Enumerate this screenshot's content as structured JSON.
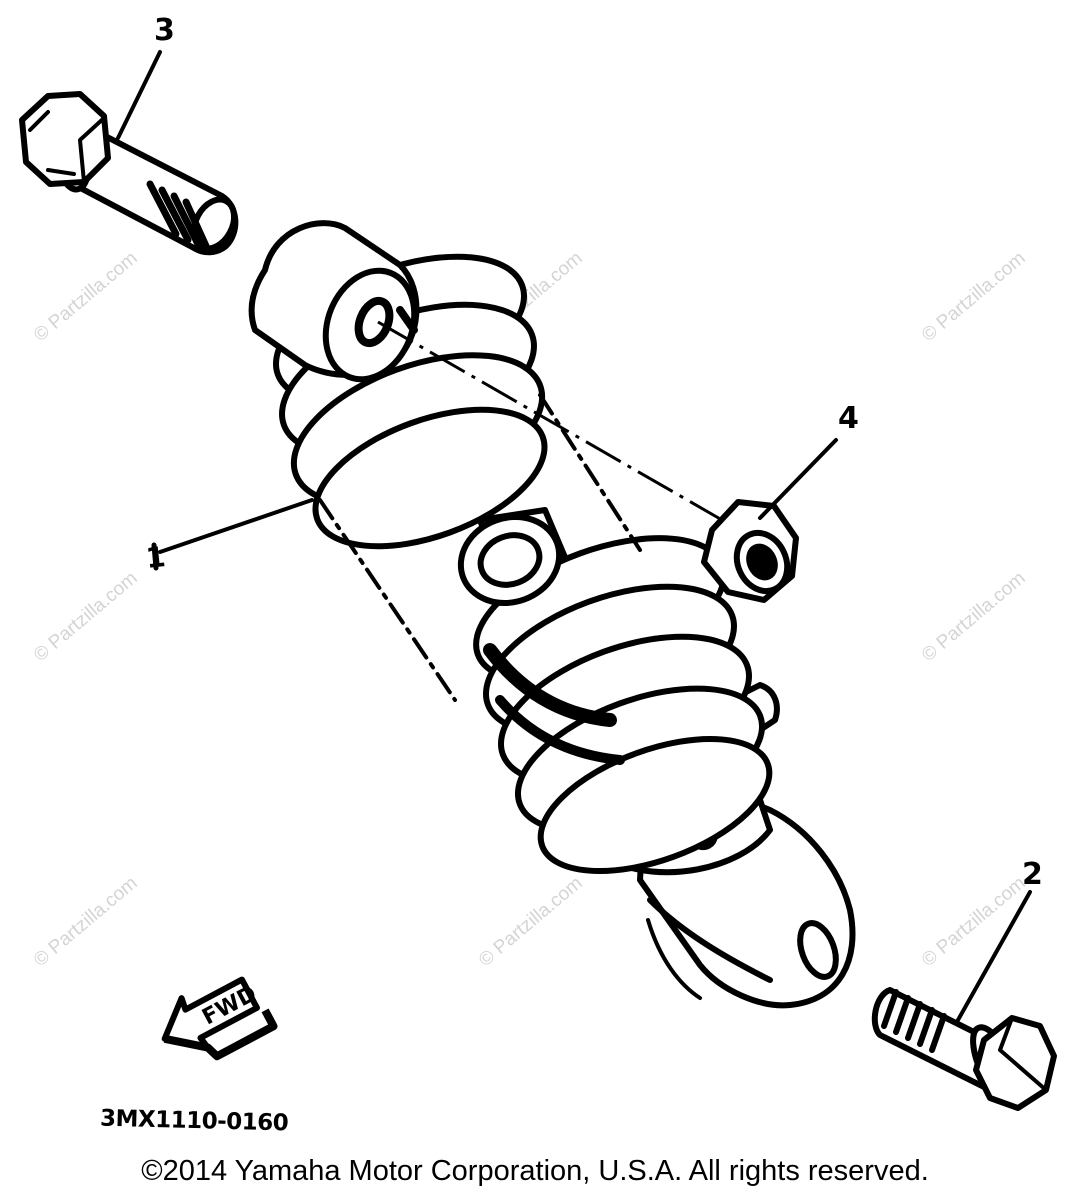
{
  "watermark": "© Partzilla.com",
  "callouts": {
    "c1": "1",
    "c2": "2",
    "c3": "3",
    "c4": "4"
  },
  "fwd": "FWD",
  "part_code": "3MX1110-0160",
  "copyright": "©2014  Yamaha Motor Corporation, U.S.A. All rights reserved."
}
